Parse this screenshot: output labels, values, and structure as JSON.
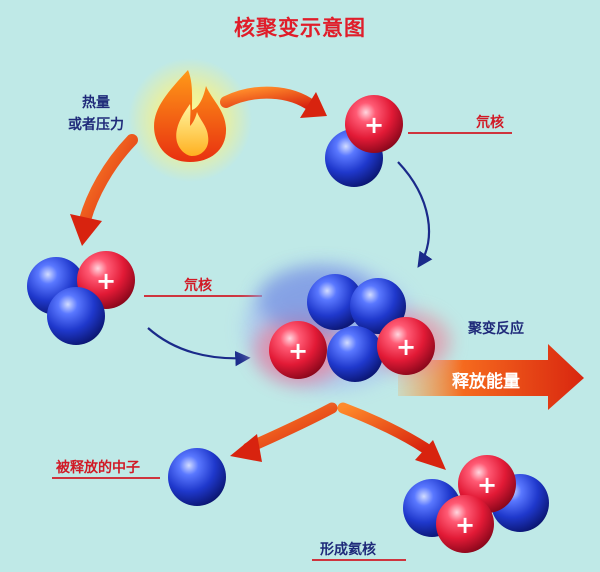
{
  "title": "核聚变示意图",
  "heat_label_line1": "热量",
  "heat_label_line2": "或者压力",
  "deuterium_label": "氘核",
  "tritium_label": "氘核",
  "fusion_label": "聚变反应",
  "energy_label": "释放能量",
  "neutron_label": "被释放的中子",
  "helium_label": "形成氦核",
  "proton_symbol": "+",
  "colors": {
    "background": "#bfe9e7",
    "title": "#e01d2a",
    "label_red": "#d11a26",
    "label_blue": "#1f2a7a",
    "proton": "#e8203b",
    "neutron": "#2340c8",
    "arrow": "#e6341c"
  }
}
